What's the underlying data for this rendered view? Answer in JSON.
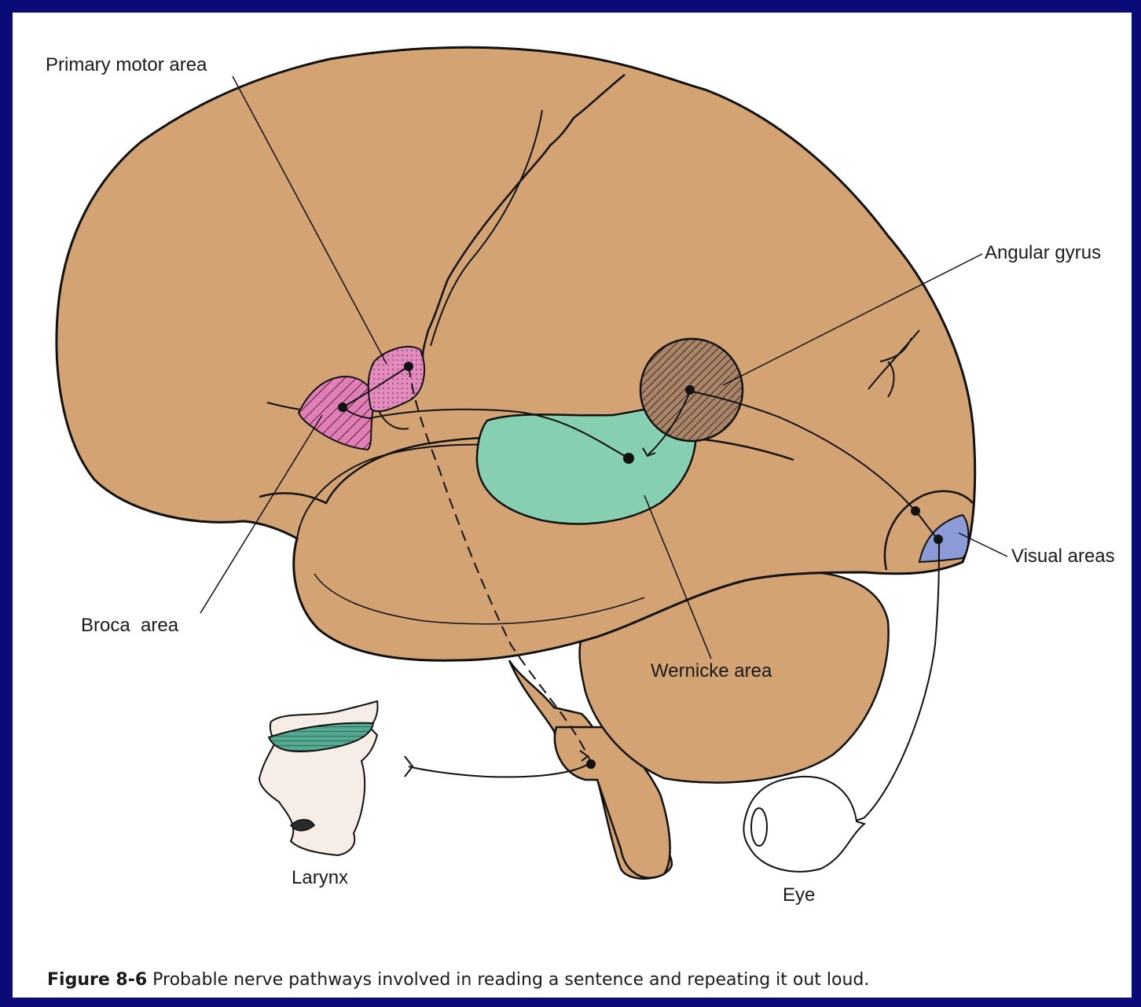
{
  "labels": {
    "primary_motor": "Primary motor area",
    "angular_gyrus": "Angular gyrus",
    "visual_areas": "Visual areas",
    "broca": "Broca  area",
    "wernicke": "Wernicke area",
    "larynx": "Larynx",
    "eye": "Eye"
  },
  "caption": {
    "figure_number": "Figure 8-6",
    "text": " Probable nerve pathways involved in reading a sentence and repeating it out loud."
  },
  "colors": {
    "frame": "#0a0a78",
    "brain": "#d4a373",
    "broca": "#e07fb6",
    "wernicke": "#86cfb0",
    "angular_gyrus": "#8f7058",
    "visual": "#8c9bd8",
    "larynx_cartilage": "#54a890"
  }
}
